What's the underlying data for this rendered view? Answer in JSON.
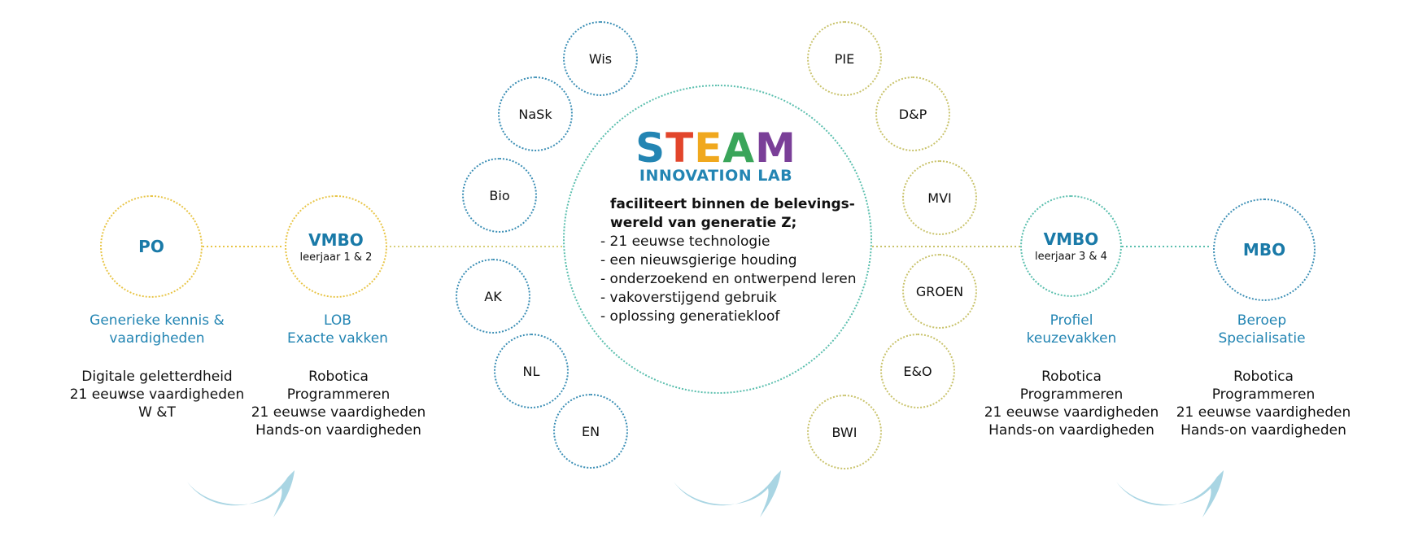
{
  "stages": {
    "po": {
      "title": "PO",
      "caption": [
        "Generieke kennis &",
        "vaardigheden"
      ],
      "items": [
        "Digitale geletterdheid",
        "21 eeuwse vaardigheden",
        "W &T"
      ]
    },
    "vmbo12": {
      "title": "VMBO",
      "subtitle": "leerjaar 1 & 2",
      "caption": [
        "LOB",
        "Exacte vakken"
      ],
      "items": [
        "Robotica",
        "Programmeren",
        "21 eeuwse vaardigheden",
        "Hands-on vaardigheden"
      ]
    },
    "vmbo34": {
      "title": "VMBO",
      "subtitle": "leerjaar 3 & 4",
      "caption": [
        "Profiel",
        "keuzevakken"
      ],
      "items": [
        "Robotica",
        "Programmeren",
        "21 eeuwse vaardigheden",
        "Hands-on vaardigheden"
      ]
    },
    "mbo": {
      "title": "MBO",
      "caption": [
        "Beroep",
        "Specialisatie"
      ],
      "items": [
        "Robotica",
        "Programmeren",
        "21 eeuwse vaardigheden",
        "Hands-on vaardigheden"
      ]
    }
  },
  "center": {
    "logo": {
      "letters": [
        "S",
        "T",
        "E",
        "A",
        "M"
      ],
      "letter_colors": [
        "#2385b3",
        "#e2452b",
        "#f0a81e",
        "#3aa55a",
        "#7a3f98"
      ],
      "sublabel": "INNOVATION LAB"
    },
    "heading": [
      "faciliteert binnen de belevings-",
      "wereld van generatie Z;"
    ],
    "bullets": [
      "- 21 eeuwse technologie",
      "- een nieuwsgierige houding",
      "- onderzoekend en ontwerpend leren",
      "- vakoverstijgend gebruik",
      "- oplossing generatiekloof"
    ]
  },
  "subjects_left": [
    "Wis",
    "NaSk",
    "Bio",
    "AK",
    "NL",
    "EN"
  ],
  "subjects_right": [
    "PIE",
    "D&P",
    "MVI",
    "GROEN",
    "E&O",
    "BWI"
  ],
  "colors": {
    "accent_blue": "#2385b3",
    "yellow": "#e8c547",
    "teal": "#5bbfae",
    "olive": "#c9c36c",
    "arrow": "#a9d5e3"
  }
}
